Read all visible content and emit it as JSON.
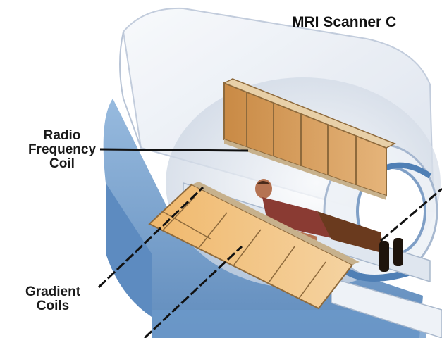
{
  "diagram": {
    "title": "MRI Scanner C",
    "labels": {
      "rf_coil": [
        "Radio",
        "Frequency",
        "Coil"
      ],
      "gradient_coils": [
        "Gradient",
        "Coils"
      ]
    },
    "colors": {
      "housing_shell": "#e9eef6",
      "blue_body": "#6f9ccd",
      "coil_orange": "#d99a52",
      "coil_orange_light": "#efbe7a",
      "patient_shirt": "#8a3b33",
      "patient_pants": "#6a3a1e"
    }
  }
}
